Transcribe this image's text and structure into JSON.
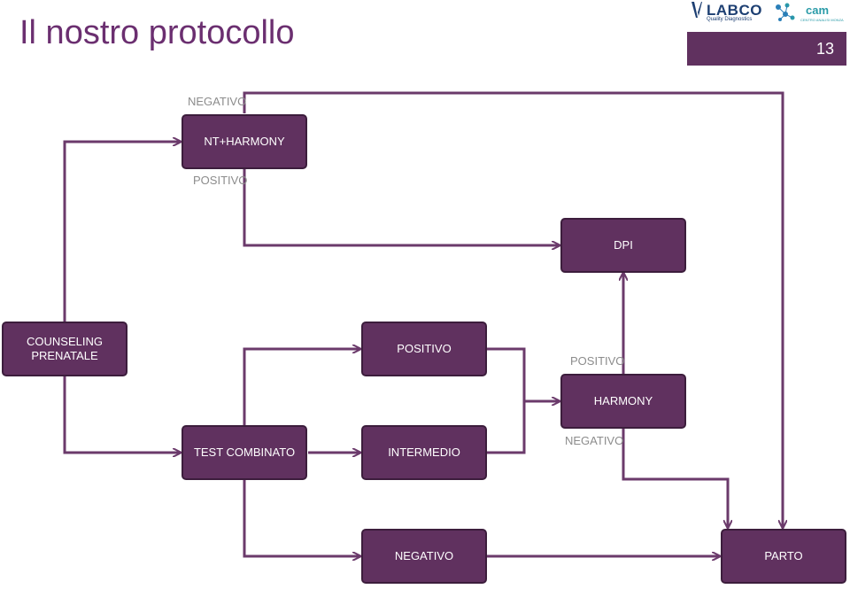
{
  "header": {
    "title": "Il nostro protocollo",
    "page_number": "13"
  },
  "logos": {
    "labco": "LABCO",
    "labco_sub": "Quality Diagnostics",
    "cam": "cam",
    "cam_sub": "CENTRO ANALISI MONZA"
  },
  "nodes": {
    "nt_harmony": "NT+HARMONY",
    "dpi": "DPI",
    "counseling": "COUNSELING PRENATALE",
    "positivo": "POSITIVO",
    "harmony": "HARMONY",
    "test_combinato": "TEST COMBINATO",
    "intermedio": "INTERMEDIO",
    "negativo": "NEGATIVO",
    "parto": "PARTO"
  },
  "edge_labels": {
    "nt_negativo": "NEGATIVO",
    "nt_positivo": "POSITIVO",
    "harmony_positivo": "POSITIVO",
    "harmony_negativo": "NEGATIVO"
  },
  "colors": {
    "node_fill": "#60315f",
    "node_border": "#3c1d3c",
    "arrow": "#6b3a6b",
    "title": "#6b2f70",
    "label": "#8c8c8c"
  }
}
